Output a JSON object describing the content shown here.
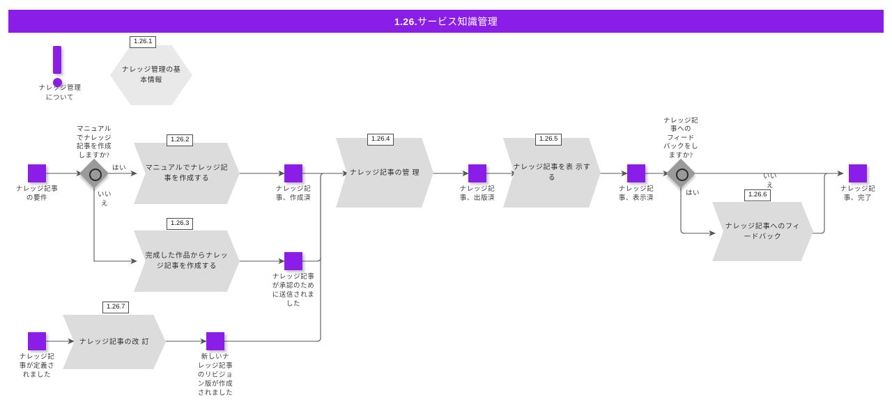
{
  "header": {
    "number": "1.26.",
    "title": "サービス知識管理",
    "bar_color": "#8a1ee8",
    "text_color": "#ffffff"
  },
  "annotation": {
    "icon": "exclamation-mark-icon",
    "label": "ナレッジ管理\nについて"
  },
  "colors": {
    "event": "#8a1ee8",
    "process": "#dcdcdc",
    "hexagon": "#e9e9e9",
    "gateway": "#9a9a9a",
    "connector": "#555555"
  },
  "reference_box": {
    "tag": "1.26.1",
    "label": "ナレッジ管理の基本情報"
  },
  "events": {
    "start_requirements": "ナレッジ記事\nの要件",
    "article_created": "ナレッジ記\n事、作成済",
    "submitted_for_approval": "ナレッジ記事\nが承認のため\nに送信されま\nした",
    "article_published": "ナレッジ記\n事、出版済",
    "article_displayed": "ナレッジ記\n事、表示済",
    "article_complete": "ナレッジ記\n事、完了",
    "article_defined": "ナレッジ記\n事が定義さ\nれました",
    "new_revision_created": "新しいナ\nレッジ記事\nのリビジョ\nン版が作成\nされました"
  },
  "gateways": {
    "manual_create": {
      "question": "マニュアル\nでナレッジ\n記事を作成\nしますか?",
      "yes": "はい",
      "no": "いい\nえ"
    },
    "feedback": {
      "question": "ナレッジ記\n事への\nフィード\nバックをし\nますか?",
      "yes": "はい",
      "no": "いい\nえ"
    }
  },
  "processes": [
    {
      "tag": "1.26.2",
      "label": "マニュアルでナレッジ記事を作成する"
    },
    {
      "tag": "1.26.3",
      "label": "完成した作品からナレッジ記事を作成する"
    },
    {
      "tag": "1.26.4",
      "label": "ナレッジ記事の管 理"
    },
    {
      "tag": "1.26.5",
      "label": "ナレッジ記事を表 示する"
    },
    {
      "tag": "1.26.6",
      "label": "ナレッジ記事へのフィードバック"
    },
    {
      "tag": "1.26.7",
      "label": "ナレッジ記事の改 訂"
    }
  ]
}
